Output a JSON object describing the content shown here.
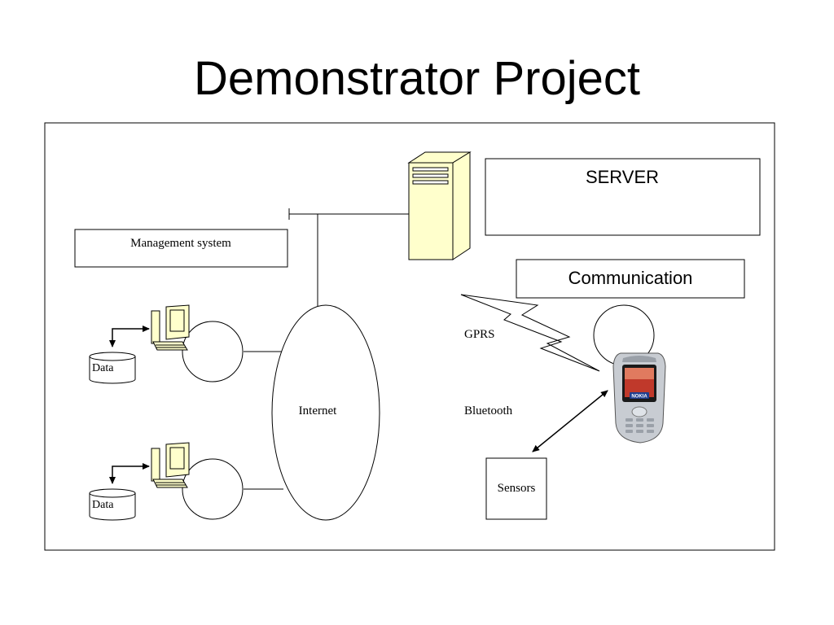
{
  "slide": {
    "title": "Demonstrator Project"
  },
  "diagram": {
    "server_label": "SERVER",
    "communication_label": "Communication",
    "management_label": "Management system",
    "internet_label": "Internet",
    "gprs_label": "GPRS",
    "bluetooth_label": "Bluetooth",
    "sensors_label": "Sensors",
    "phone_brand": "NOKIA",
    "databases": [
      {
        "label": "Data"
      },
      {
        "label": "Data"
      }
    ]
  },
  "colors": {
    "server_fill": "#ffffcc",
    "stroke": "#000000",
    "phone_body": "#c8ccd2",
    "phone_screen": "#c0392b",
    "nokia_blue": "#1f3f8f"
  }
}
